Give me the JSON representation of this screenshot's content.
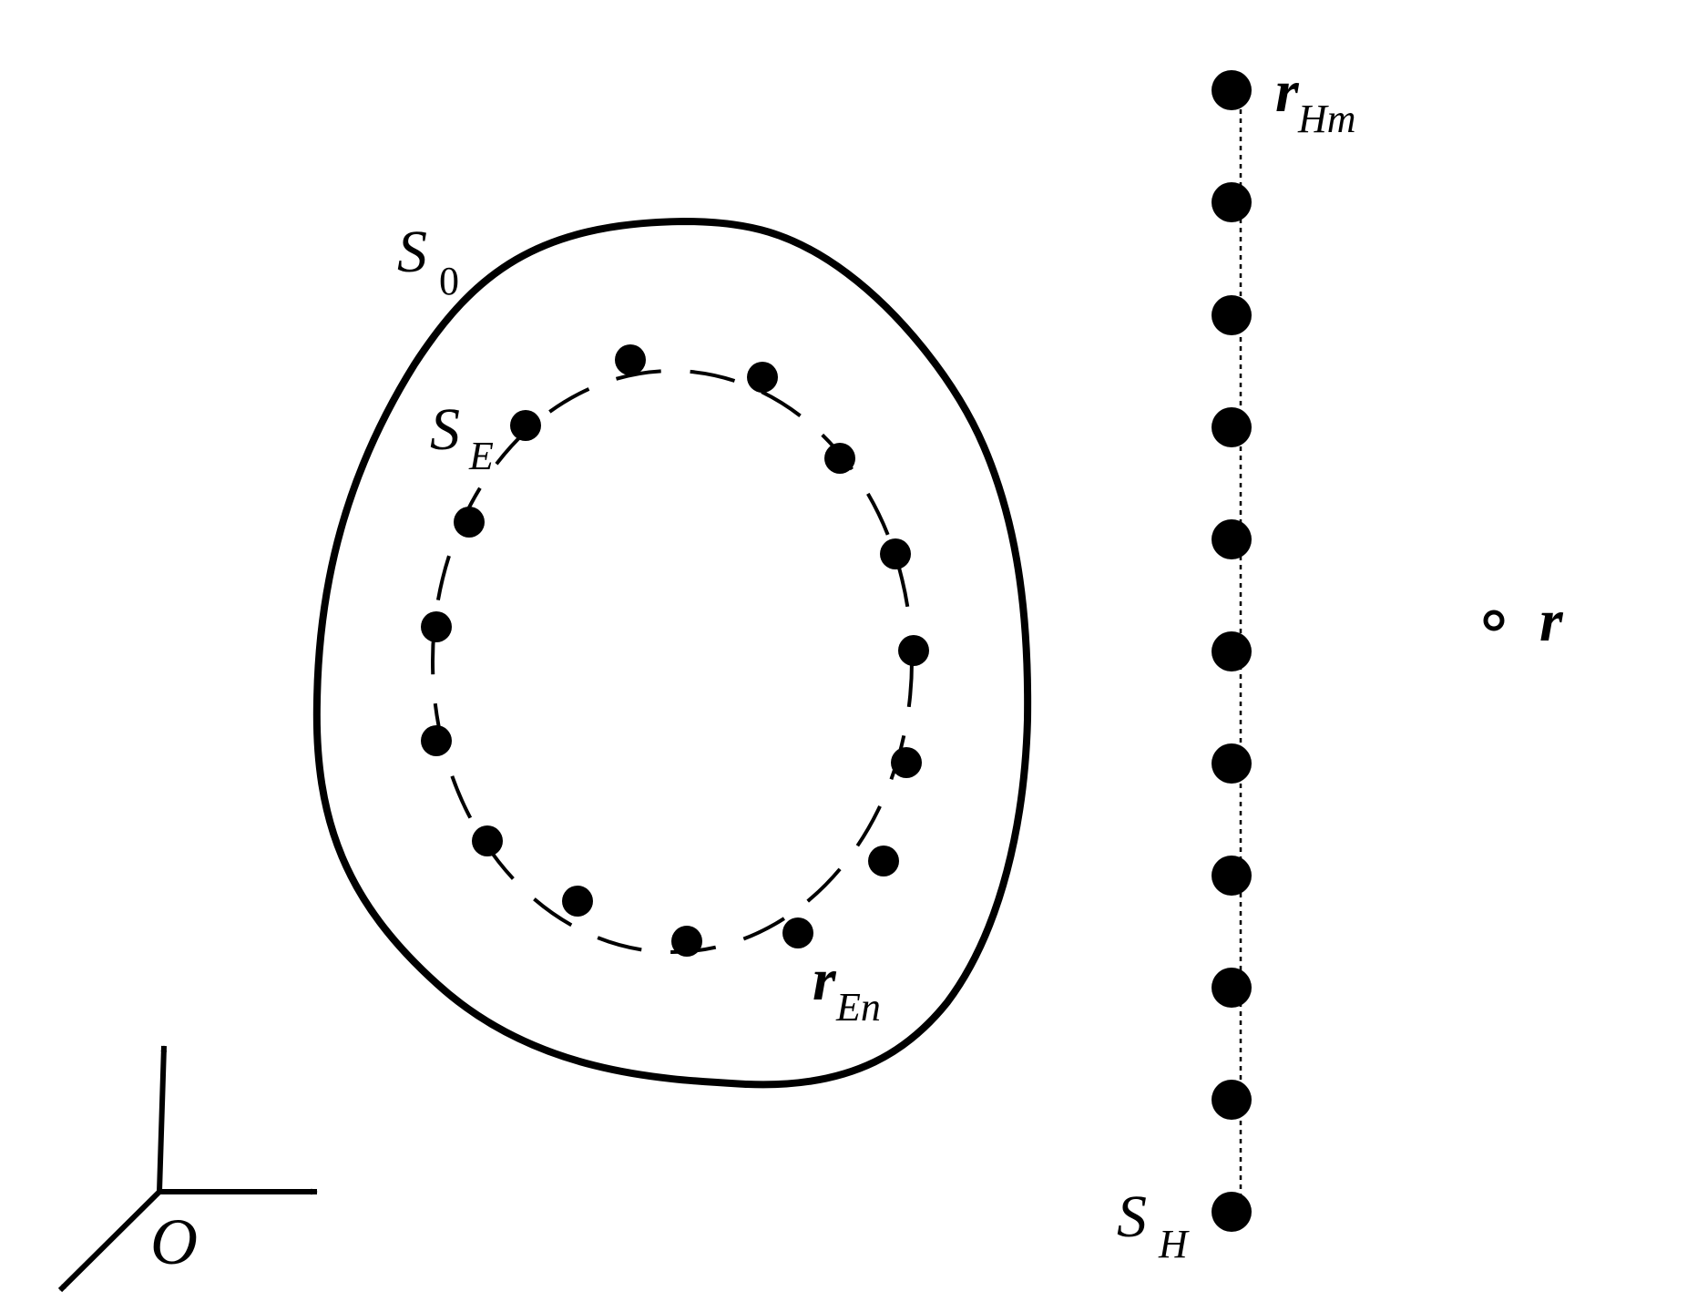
{
  "labels": {
    "s0_main": "S",
    "s0_sub": "0",
    "se_main": "S",
    "se_sub": "E",
    "ren_main": "r",
    "ren_sub": "En",
    "rhm_main": "r",
    "rhm_sub": "Hm",
    "sh_main": "S",
    "sh_sub": "H",
    "r_point": "r",
    "origin": "O"
  },
  "colors": {
    "stroke": "#000000",
    "background": "#ffffff"
  }
}
